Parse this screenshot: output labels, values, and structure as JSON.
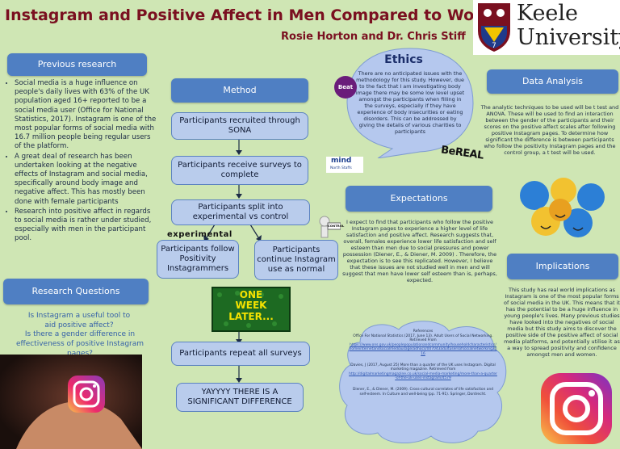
{
  "header": {
    "title": "Instagram and Positive Affect in Men Compared to Women",
    "authors": "Rosie Horton and Dr. Chris Stiff",
    "logo_line1": "Keele",
    "logo_line2": "University"
  },
  "previous_research": {
    "heading": "Previous research",
    "bullets": [
      "Social media is a huge influence on people's daily lives with 63% of the UK population aged 16+ reported to be a social media user (Office for National Statistics, 2017). Instagram is one of the most popular forms of social media with 16.7 million people being regular users of the platform.",
      "A great deal of research has been undertaken looking at the negative effects of Instagram and social media, specifically around body image and negative affect. This has mostly been done with female participants",
      "Research into positive affect in regards to social media is rather under studied, especially with men in the participant pool."
    ]
  },
  "research_questions": {
    "heading": "Research Questions",
    "q1": "Is Instagram a useful tool to aid positive affect?",
    "q2": "Is there a gender difference in effectiveness of positive Instagram pages?"
  },
  "method": {
    "heading": "Method",
    "steps": [
      "Participants recruited through SONA",
      "Participants receive surveys to complete",
      "Participants split into experimental vs control",
      "Participants follow Positivity Instagrammers",
      "Participants continue Instagram use as normal",
      "Participants repeat all surveys",
      "YAYYYY THERE IS A SIGNIFICANT DIFFERENCE"
    ],
    "experimental_label": "experimental",
    "control_label": "CONTROL",
    "week_later_line1": "ONE",
    "week_later_line2": "WEEK",
    "week_later_line3": "LATER..."
  },
  "ethics": {
    "heading": "Ethics",
    "text": "There are no anticipated issues with the methodology for this study. However, due to the fact that I am investigating body image there may be some low level upset amongst the participants when filling in the surveys, especially if they have experience of body insecurities or eating disorders. This can be addressed by giving the details of various charities to participants",
    "logo_beat": "Beat",
    "logo_mind": "mind",
    "logo_mind_sub": "North Staffs",
    "logo_bereal": "BeREAL"
  },
  "expectations": {
    "heading": "Expectations",
    "text": "I expect to find that participants who follow the positive Instagram pages to experience a higher level of life satisfaction and positive affect. Research suggests that, overall, females experience lower life satisfaction and self esteem than men due to social pressures and power possession (Diener, E., & Diener, M. 2009) . Therefore, the expectation is to see this replicated. However, I believe that these issues are not studied well in men and will suggest that men have lower self esteem than is, perhaps, expected."
  },
  "references": {
    "heading": "References",
    "r1": "Office For National Statistics (2017, June 13). Adult Users of Social Networking. Retrieved From",
    "r1_link": "https://www.ons.gov.uk/peoplepopulationandcommunity/householdcharacteristics/homeinternetandsocialmediausage/adhocs/007043adultusersofsocialnetworking2016",
    "r2": "Davies, J (2017, August 25) More than a quarter of the UK uses Instagram. Digital marketing magazine. Retrieved from",
    "r2_link": "http://digitalmarketingmagazine.co.uk/social-media-marketing/more-than-a-quarter-of-the-uk-uses-instagram/4579",
    "r3": "Diener, E., & Diener, M. (2009). Cross-cultural correlates of life satisfaction and self-esteem. In Culture and well-being (pp. 71-91). Springer, Dordrecht."
  },
  "data_analysis": {
    "heading": "Data Analysis",
    "text": "The analytic techniques to be used will be t test and ANOVA. These will be used to find an interaction between the gender of the participants and their scores on the positive affect scales after following positive Instagram pages. To determine how significant the difference is between participants who follow the positivity Instagram pages and the control group, a t test will be used."
  },
  "implications": {
    "heading": "Implications",
    "text": "This study has real world implications as Instagram is one of the most popular forms of social media in the UK. This means that it has the potential to be a huge influence in young people's lives. Many previous studies have looked into the negatives of social media but this study aims to discover the positive side of the positive affect of social media platforms, and potentially utilise it as a way to spread positivity and confidence amongst men and women."
  },
  "colors": {
    "background": "#cfe6b4",
    "heading_blue": "#4f7fc3",
    "title_maroon": "#7a1020",
    "flow_box": "#b9ccec"
  }
}
